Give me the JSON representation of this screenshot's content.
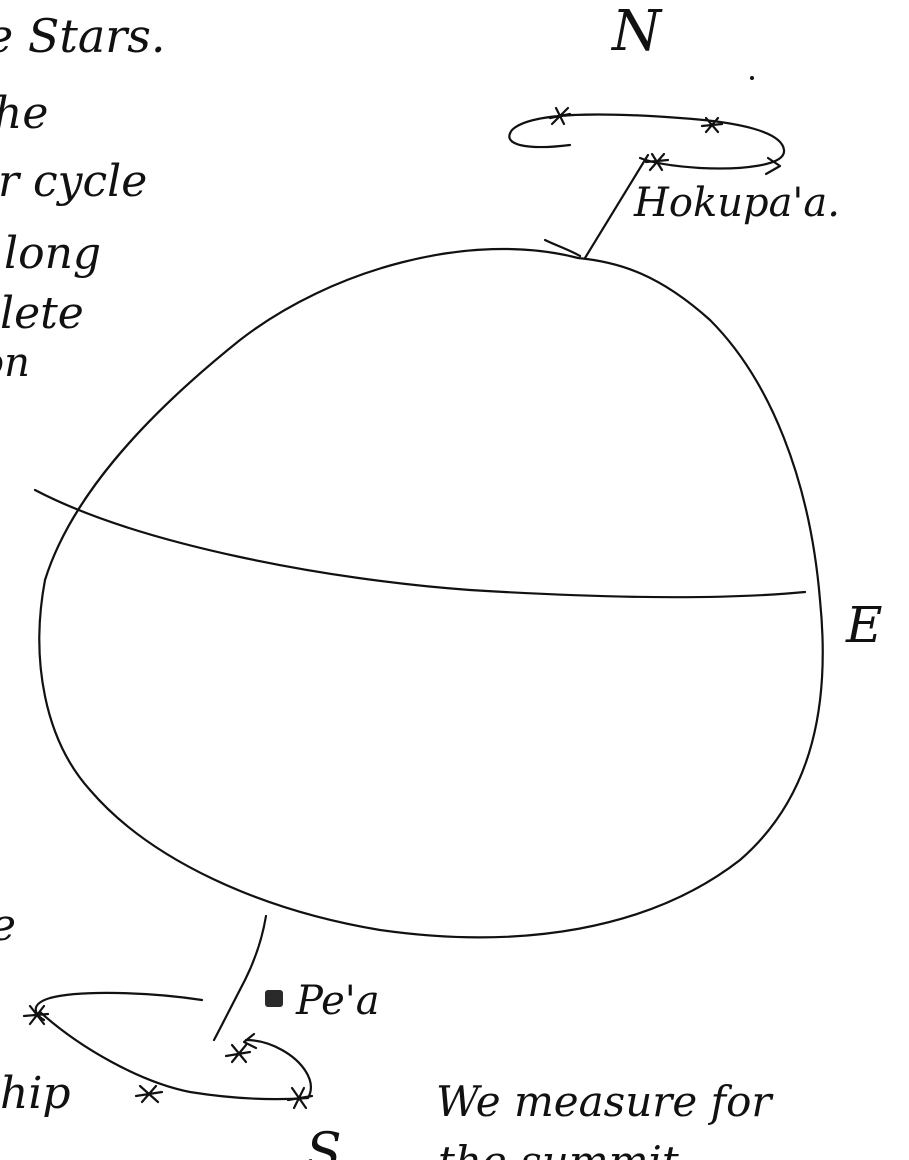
{
  "sketch": {
    "ink_color": "#111111",
    "background_color": "#ffffff",
    "compass": {
      "north": "N",
      "east": "E",
      "south": "S"
    },
    "notes_left": [
      "e Stars.",
      "he",
      "r cycle",
      "long",
      "lete",
      "on"
    ],
    "north_star_label": "Hokupa'a.",
    "south_star_label": "Pe'a",
    "left_margin_fragments": {
      "upper": "e",
      "lower": "hip"
    },
    "bottom_notes": [
      "We measure for",
      "the summit"
    ]
  }
}
